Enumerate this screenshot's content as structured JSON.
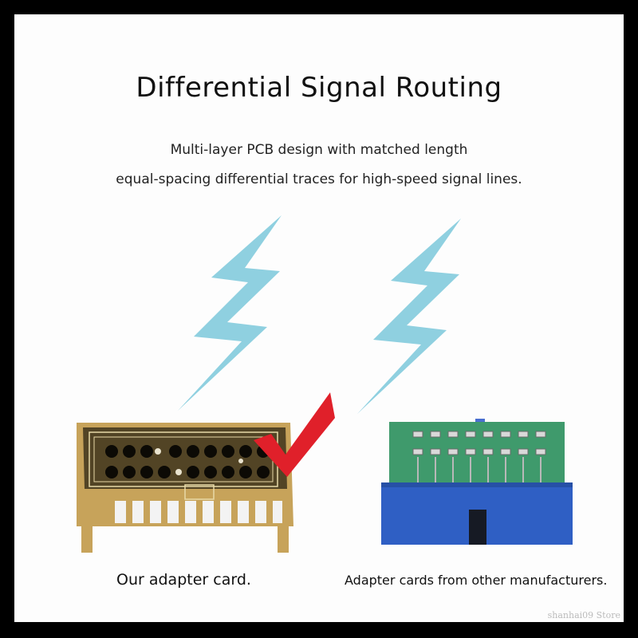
{
  "title": "Differential Signal Routing",
  "subtitle_line1": "Multi-layer PCB design with matched length",
  "subtitle_line2": "equal-spacing differential traces for high-speed signal lines.",
  "caption_left": "Our adapter card.",
  "caption_right": "Adapter cards from other manufacturers.",
  "watermark": "shanhai09 Store",
  "colors": {
    "bolt": "#8fd0e0",
    "check": "#e0202a",
    "pcb_gold": "#c7a35a",
    "pcb_dark": "#2b2414",
    "pcb_green": "#3f9a6c",
    "housing_blue": "#2f5fc4"
  },
  "icons": [
    "lightning-bolt-icon",
    "checkmark-icon"
  ]
}
